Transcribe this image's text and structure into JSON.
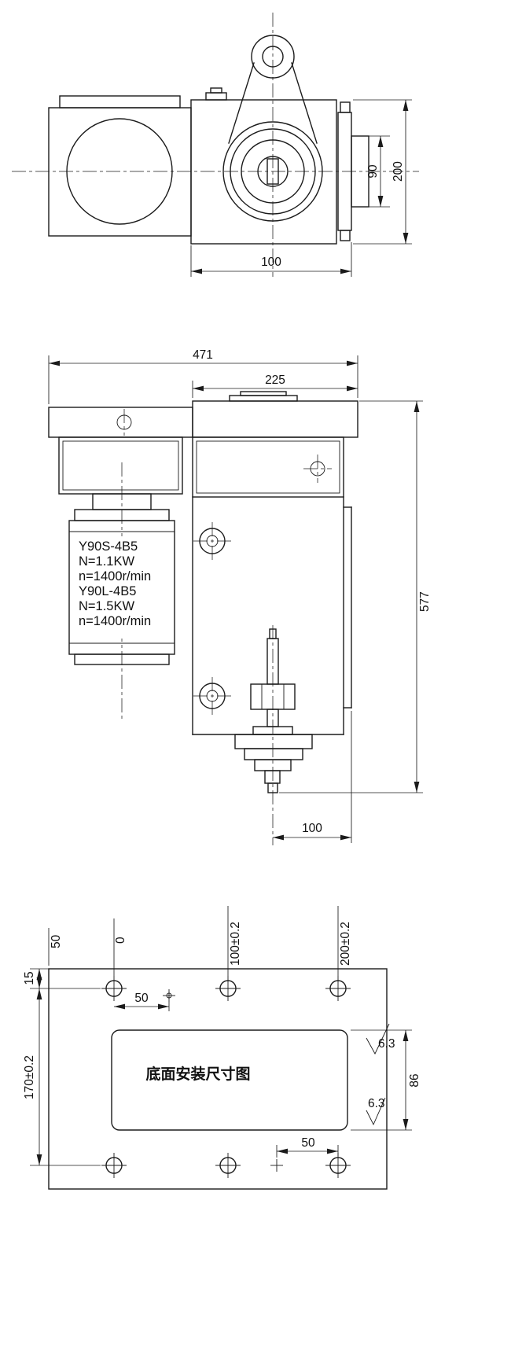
{
  "top_view": {
    "dim_90": "90",
    "dim_200": "200",
    "dim_100": "100"
  },
  "front_view": {
    "dim_471": "471",
    "dim_225": "225",
    "dim_577": "577",
    "dim_100": "100",
    "motor_lines": [
      "Y90S-4B5",
      "N=1.1KW",
      "n=1400r/min",
      "Y90L-4B5",
      "N=1.5KW",
      "n=1400r/min"
    ]
  },
  "bottom_view": {
    "title": "底面安装尺寸图",
    "dim_edge_50": "50",
    "dim_ref_0": "0",
    "dim_100_tol": "100±0.2",
    "dim_200_tol": "200±0.2",
    "dim_15": "15",
    "dim_inner_50": "50",
    "dim_170_tol": "170±0.2",
    "dim_86": "86",
    "roughness_top": "6.3",
    "roughness_bottom": "6.3",
    "dim_bottom_50": "50"
  }
}
